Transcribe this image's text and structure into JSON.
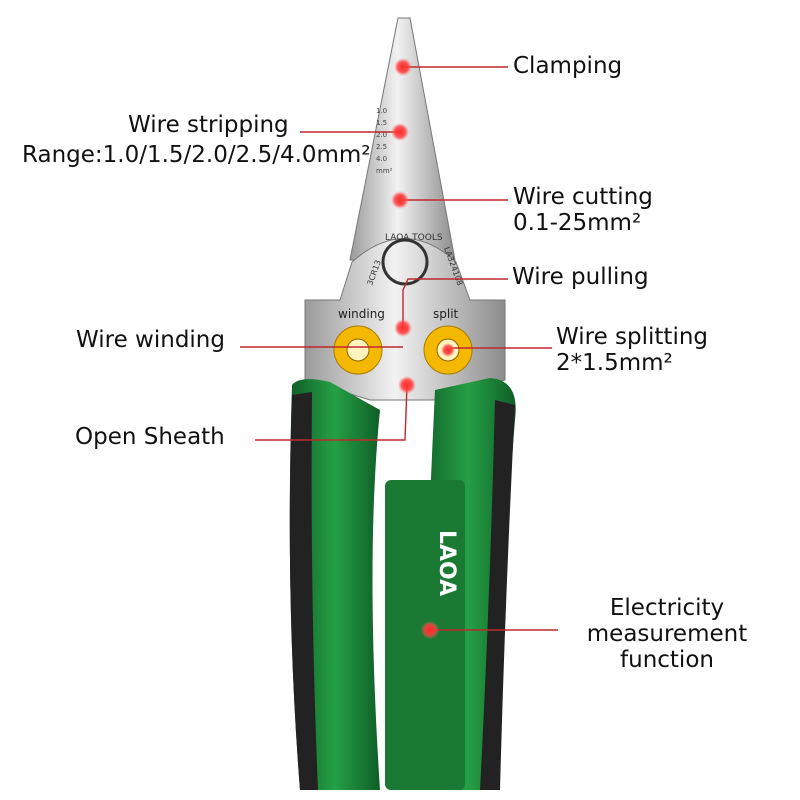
{
  "labels": {
    "clamping": "Clamping",
    "wire_stripping": "Wire stripping",
    "wire_stripping_range": "Range:1.0/1.5/2.0/2.5/4.0mm²",
    "wire_cutting": "Wire cutting",
    "wire_cutting_range": "0.1-25mm²",
    "wire_pulling": "Wire pulling",
    "wire_winding": "Wire winding",
    "wire_splitting": "Wire splitting",
    "wire_splitting_spec": "2*1.5mm²",
    "open_sheath": "Open Sheath",
    "electricity_line1": "Electricity",
    "electricity_line2": "measurement",
    "electricity_line3": "function"
  },
  "tool_markings": {
    "brand": "LAOA",
    "brand_tools": "LAOA TOOLS",
    "model": "LA324108",
    "steel": "3CR13",
    "winding": "winding",
    "split": "split",
    "gauge": [
      "1.0",
      "1.5",
      "2.0",
      "2.5",
      "4.0",
      "mm²"
    ]
  },
  "colors": {
    "handle_green": "#1e8a3a",
    "callout_line": "#c0282d",
    "dot": "#ff2a2a"
  }
}
